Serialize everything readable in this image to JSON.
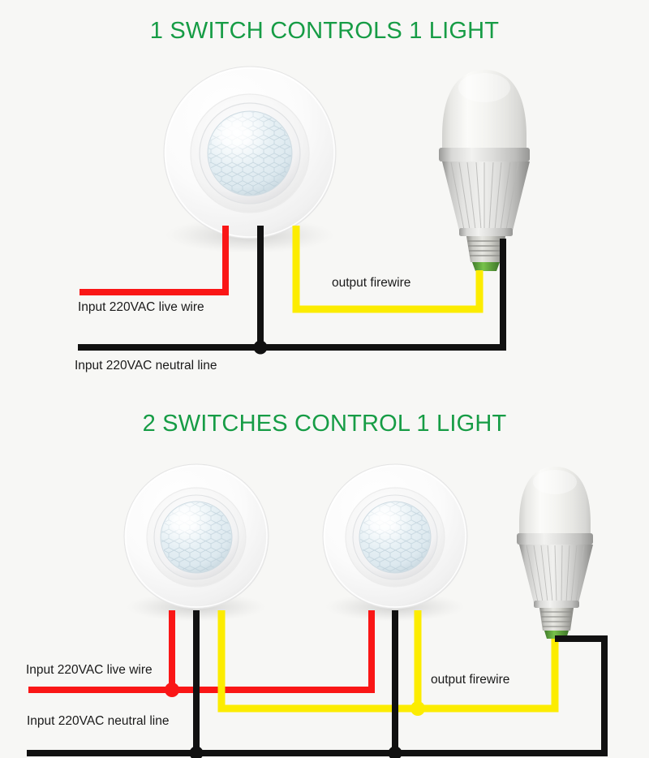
{
  "page": {
    "background_color": "#f7f7f5",
    "title_color": "#169c45",
    "label_color": "#1a1a1a"
  },
  "diagrams": [
    {
      "id": "one-switch",
      "title": "1 SWITCH CONTROLS 1 LIGHT",
      "devices": {
        "sensors": [
          {
            "name": "pir-motion-sensor",
            "wires": [
              "red",
              "black",
              "yellow"
            ]
          }
        ],
        "bulbs": [
          {
            "name": "led-bulb",
            "base": "E27"
          }
        ]
      },
      "labels": {
        "live": "Input 220VAC live wire",
        "neutral": "Input 220VAC neutral line",
        "output": "output firewire"
      }
    },
    {
      "id": "two-switches",
      "title": "2 SWITCHES CONTROL 1 LIGHT",
      "devices": {
        "sensors": [
          {
            "name": "pir-motion-sensor",
            "wires": [
              "red",
              "black",
              "yellow"
            ]
          },
          {
            "name": "pir-motion-sensor",
            "wires": [
              "red",
              "black",
              "yellow"
            ]
          }
        ],
        "bulbs": [
          {
            "name": "led-bulb",
            "base": "E27"
          }
        ]
      },
      "labels": {
        "live": "Input 220VAC live wire",
        "neutral": "Input 220VAC neutral line",
        "output": "output firewire"
      }
    }
  ],
  "wire_colors": {
    "live": "#fa1616",
    "neutral": "#111111",
    "output": "#fcec00"
  }
}
